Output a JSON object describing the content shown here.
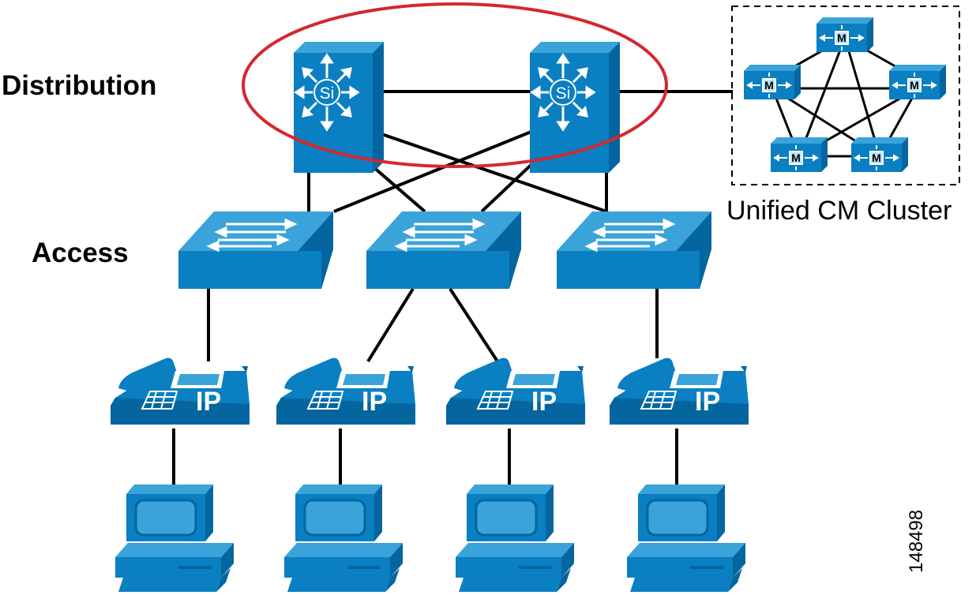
{
  "labels": {
    "distribution": "Distribution",
    "access": "Access",
    "cluster": "Unified CM Cluster",
    "figure_number": "148498"
  },
  "icons": {
    "distribution_switch": "Si",
    "call_manager": "M",
    "phone": "IP"
  },
  "colors": {
    "device_blue": "#0a7fc1",
    "device_dark": "#04659f",
    "device_light": "#3aa3da",
    "highlight_ellipse": "#d3282e"
  }
}
